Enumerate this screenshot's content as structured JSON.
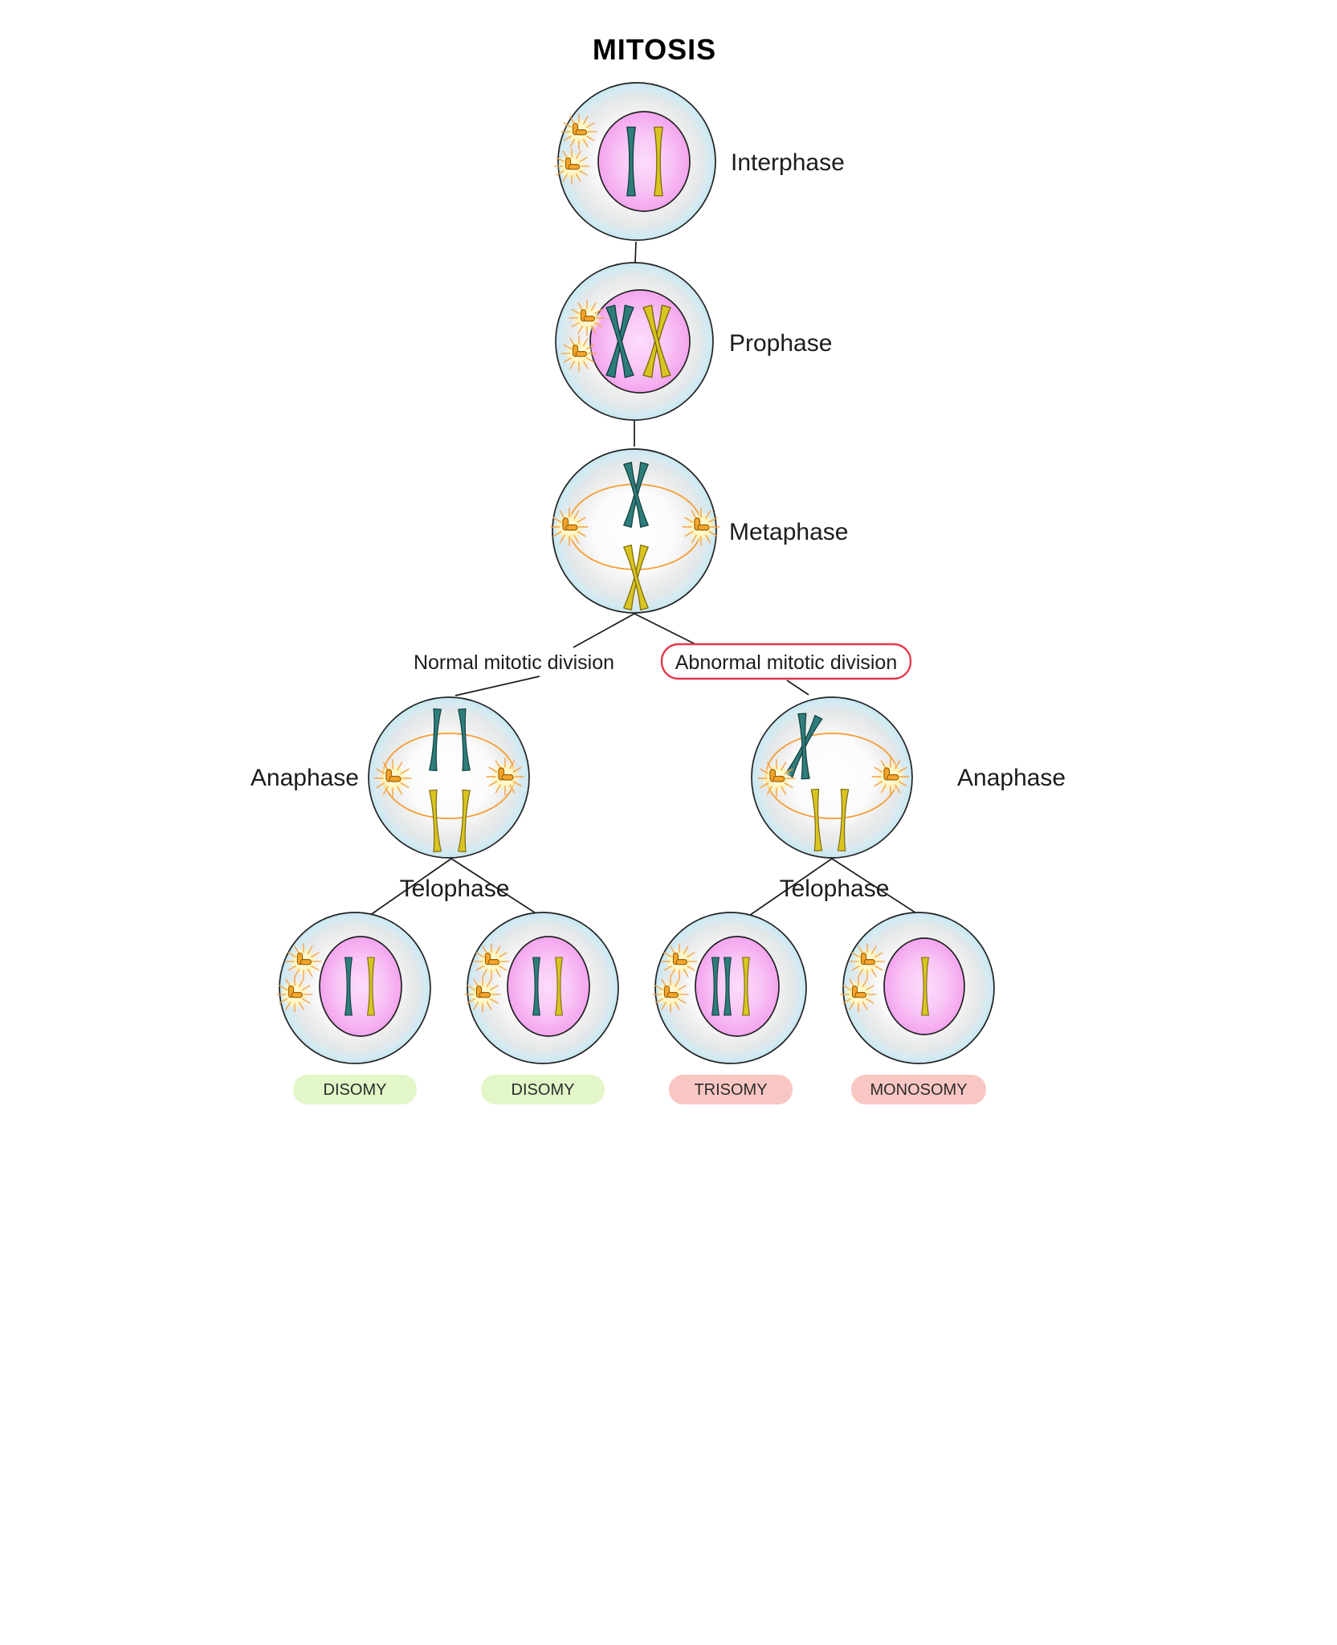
{
  "title": "MITOSIS",
  "stages": {
    "interphase": {
      "label": "Interphase"
    },
    "prophase": {
      "label": "Prophase"
    },
    "metaphase": {
      "label": "Metaphase"
    },
    "anaphase_normal": {
      "label": "Anaphase"
    },
    "anaphase_abnormal": {
      "label": "Anaphase"
    },
    "telophase_normal": {
      "label": "Telophase"
    },
    "telophase_abnormal": {
      "label": "Telophase"
    }
  },
  "branches": {
    "normal": {
      "label": "Normal mitotic division"
    },
    "abnormal": {
      "label": "Abnormal mitotic division"
    }
  },
  "outcomes": [
    {
      "label": "DISOMY",
      "status": "normal"
    },
    {
      "label": "DISOMY",
      "status": "normal"
    },
    {
      "label": "TRISOMY",
      "status": "abnormal"
    },
    {
      "label": "MONOSOMY",
      "status": "abnormal"
    }
  ],
  "colors": {
    "cell_membrane": "#c7e6f0",
    "nucleus_pink": "#f3a4ee",
    "chromosome_teal": "#2e7d7b",
    "chromosome_yellow": "#d9c421",
    "centrosome_orange": "#f4a42c",
    "spindle_orange": "#f59b2d",
    "abnormal_box_red": "#e23b4b",
    "badge_green": "#e2f6c8",
    "badge_pink": "#f9c7c3"
  }
}
